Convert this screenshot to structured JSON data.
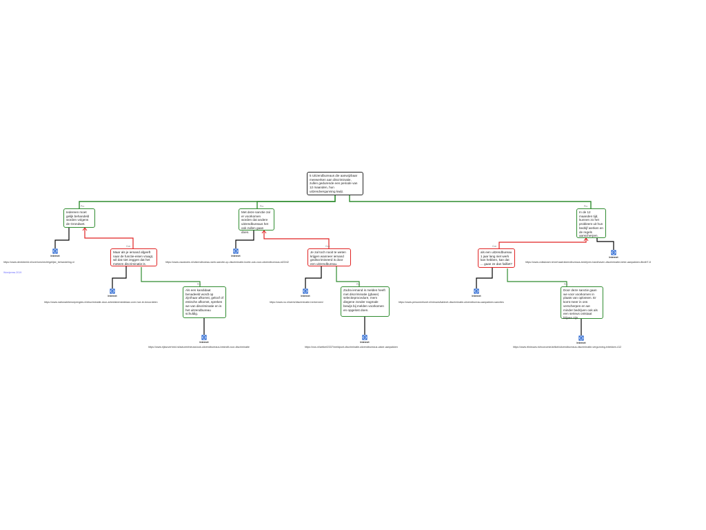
{
  "watermark": "Wordpress 2019",
  "colors": {
    "root": "#222222",
    "pro": "#2e8b2e",
    "con": "#e02020",
    "icon": "#1e5fd0"
  },
  "root": {
    "text": "5 Uitzendbureaus die aanwijzbaar meewerken aan discriminatie, zullen gedurende een periode van 12 maanden, hun uitzendvergunning kwijt."
  },
  "nodes": {
    "pro1": {
      "tag": "Pro",
      "text": "Iedereen moet gelijk behandeld worden volgens de Grondwet."
    },
    "pro2": {
      "tag": "Pro",
      "text": "Met deze sanctie zal er voorkomen worden dat andere uitzendbureaus het ook zullen gaan doen."
    },
    "pro3": {
      "tag": "Pro",
      "text": "In de 12 maanden tijd, kunnen zo het probleem uit hun bedrijf werken en de regels aanscherpen."
    },
    "con1": {
      "tag": "Con",
      "text": "Maar als je iemand afgeeft naar de functie-eisen vraagt, wil dat niet zeggen dat het meteen discriminatie is."
    },
    "con2": {
      "tag": "Con",
      "text": "Je zal toch nooit te weten krijgen wanneer iemand gediscrimineerd is door een uitzendbureau."
    },
    "con3": {
      "tag": "Con",
      "text": "als een uitzendbureau 1 jaar lang niet werk kan hebben, kan dat ... gaan ze dan failliet?"
    },
    "pro4": {
      "tag": "Pro",
      "text": "Als een kandidaat benadeeld wordt op zijn/haar afkomst, geloof of etnische afkomst, spreken we van discriminatie en is het uitzendbureau schuldig."
    },
    "pro5": {
      "tag": "Pro",
      "text": "Zodra iemand is melden heeft met discriminatie (gbase) selectieprocedure, mem diegene zonder nogmale bewijs bij melden voorkomen en opgelost doen."
    },
    "pro6": {
      "tag": "Pro",
      "text": "Door deze sanctie gaan we voor voorkomen in plaats van oplossen. Er komt meer in ons verscherpen en we minder bedrijven ook als een serieus ontstaat blijven zijn."
    }
  },
  "sources": {
    "s1": {
      "label": "Internet",
      "url": "https://www.denkbeeld.nl/over/ons/recht/gelijke_behandeling.nl"
    },
    "s2": {
      "label": "Internet",
      "url": "https://www.vacatures.nl/uitzendbureau-werk-sanctie-op-discriminatie-boete-ook-voor-uitzendbureaus-id23/42"
    },
    "s3": {
      "label": "Internet",
      "url": "https://www.volkskrant.nl/verhaal/uitzendbureaus-bedrijven-handhaven-discriminatie-beter-aanpakken-8bd4f7-8"
    },
    "s4": {
      "label": "Internet",
      "url": "https://www.nationaleberoepengids.nl/discriminatie-door-arbeidsbemiddelaar-over-hoe-te-beoordelen"
    },
    "s5": {
      "label": "Internet",
      "url": "https://www.nu.nl/werk/discriminatie-herkennen/"
    },
    "s6": {
      "label": "Internet",
      "url": "https://www.personeelsnet.nl/nieuws/kabinet-discriminatie-uitzendbureau-aanpakken-sancties"
    },
    "s7": {
      "label": "Internet",
      "url": "https://www.rijksoverheid.nl/actueel/nieuws/ook-uitzendbureaus-bestraft-voor-discriminatie"
    },
    "s8": {
      "label": "Internet",
      "url": "https://nos.nl/artikel/2337/meldpunt-discriminatie-uitzendbureaus-vaker-aanpakken"
    },
    "s9": {
      "label": "Internet",
      "url": "https://www.rtlnieuws.nl/economie/artikel/uitzendbureaus-discriminatie-vergunning-intrekken-412"
    }
  }
}
